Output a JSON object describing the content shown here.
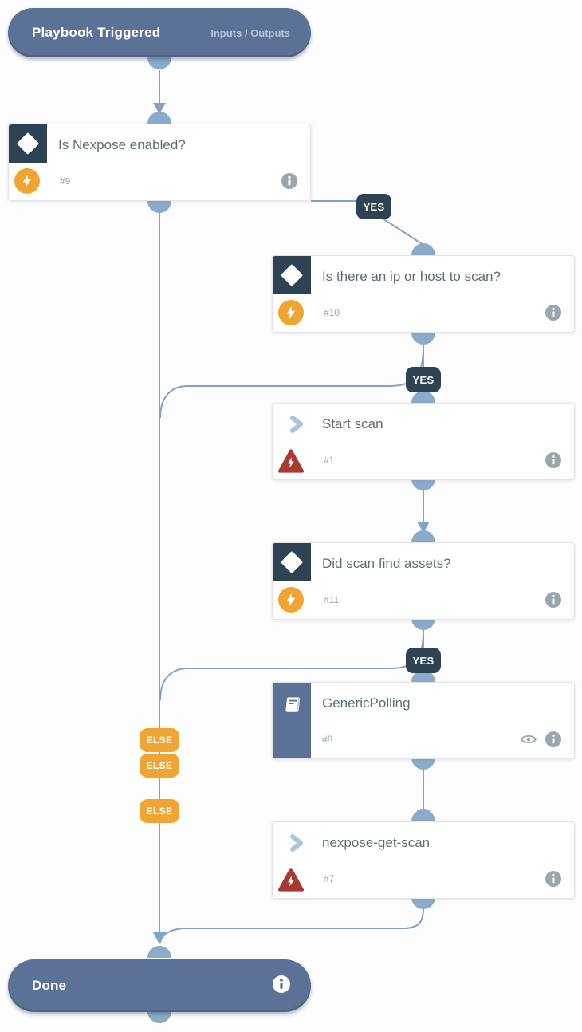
{
  "header": {
    "title": "Playbook Triggered",
    "right_link": "Inputs / Outputs"
  },
  "footer": {
    "title": "Done"
  },
  "labels": {
    "yes": "YES",
    "else": "ELSE"
  },
  "nodes": {
    "n9": {
      "title": "Is Nexpose enabled?",
      "id": "#9"
    },
    "n10": {
      "title": "Is there an ip or host to scan?",
      "id": "#10"
    },
    "n1": {
      "title": "Start scan",
      "id": "#1"
    },
    "n11": {
      "title": "Did scan find assets?",
      "id": "#11"
    },
    "n8": {
      "title": "GenericPolling",
      "id": "#8"
    },
    "n7": {
      "title": "nexpose-get-scan",
      "id": "#7"
    }
  },
  "colors": {
    "slate_blue": "#5b7296",
    "dark_navy": "#2d4354",
    "orange": "#f0a431",
    "brick_red": "#a9382e",
    "wire_blue": "#7fa3c5",
    "dome_blue": "#8aacca",
    "chevron_blue": "#a9c6df",
    "title_gray": "#5f6c78",
    "muted_gray": "#9aa6ae"
  }
}
